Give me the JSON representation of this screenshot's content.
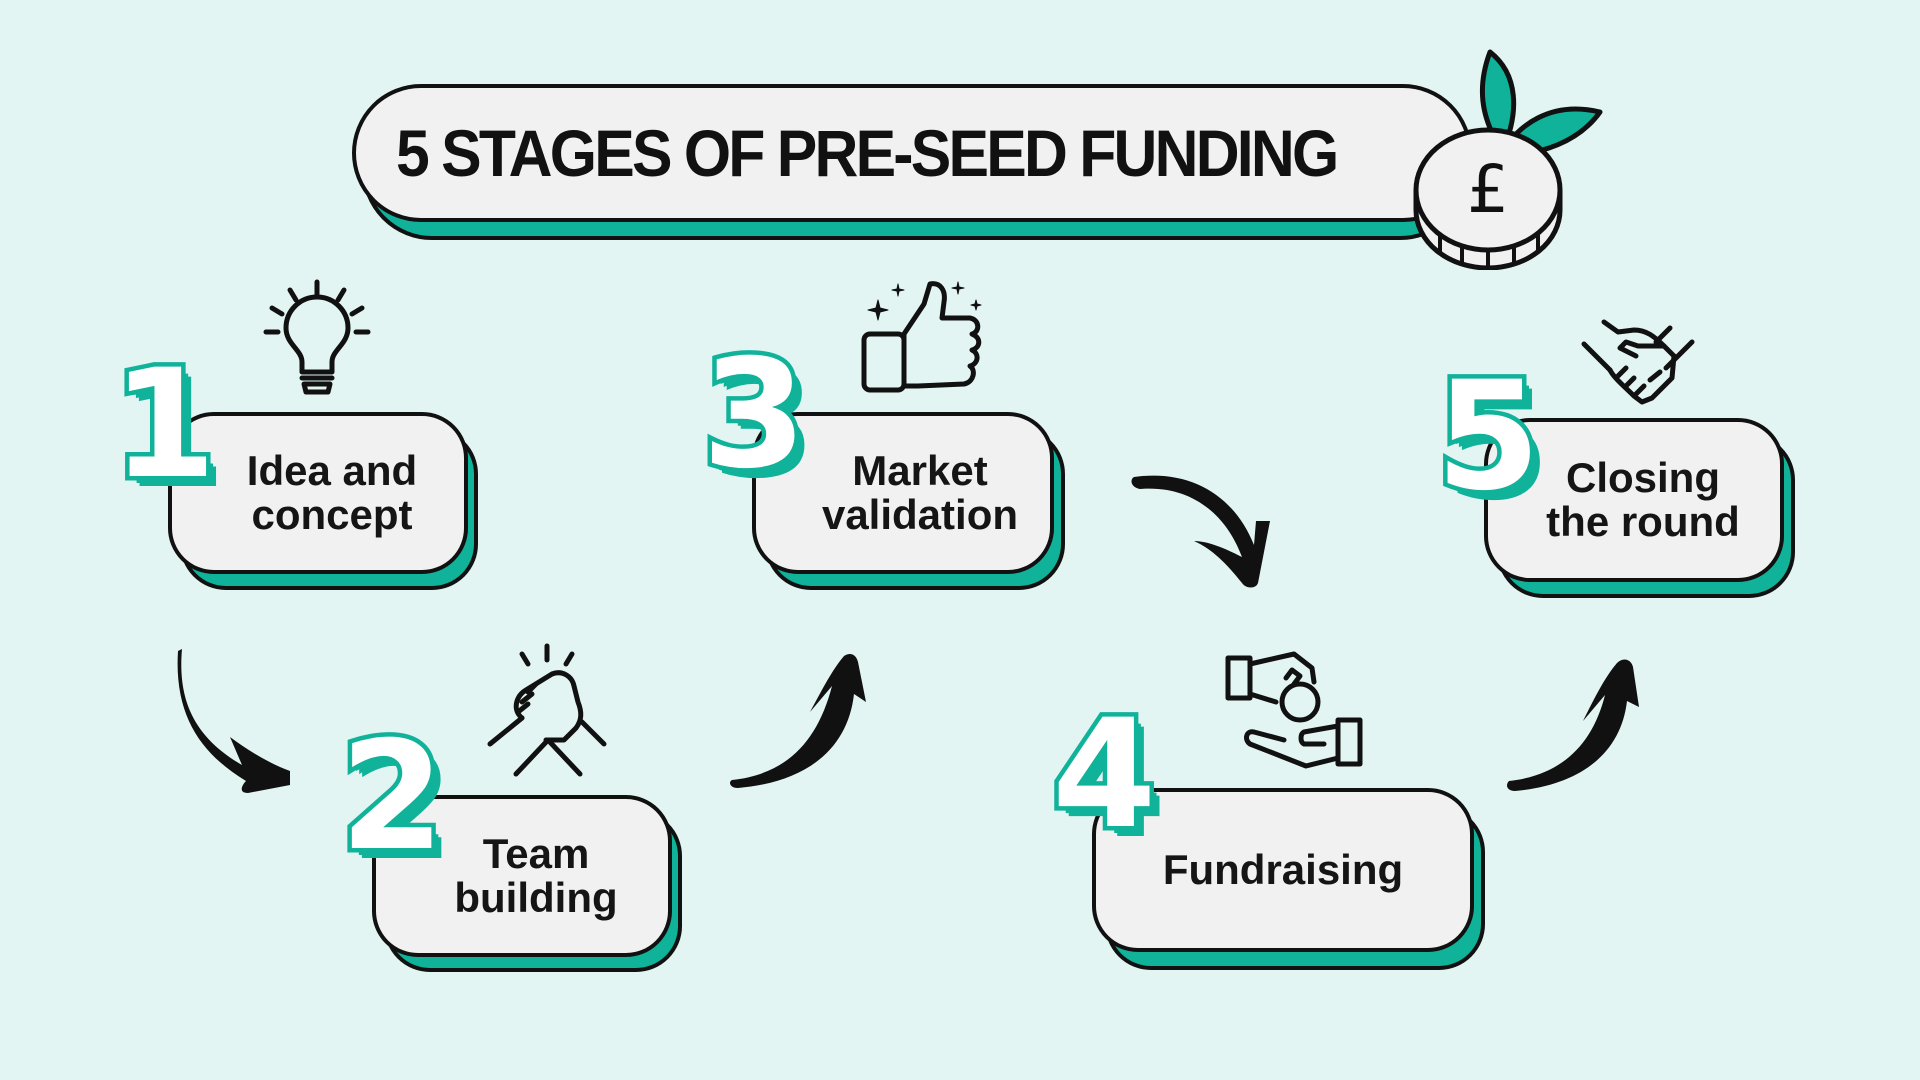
{
  "title": "5 STAGES OF PRE-SEED FUNDING",
  "colors": {
    "background": "#e2f5f3",
    "accent": "#10b29a",
    "card_fill": "#f1f1f1",
    "outline": "#111111"
  },
  "header_icon": {
    "name": "pound-coin-sprout-icon",
    "symbol": "£"
  },
  "stages": [
    {
      "number": "1",
      "label": "Idea and\nconcept",
      "icon": "lightbulb-icon"
    },
    {
      "number": "2",
      "label": "Team\nbuilding",
      "icon": "clasped-hands-icon"
    },
    {
      "number": "3",
      "label": "Market\nvalidation",
      "icon": "thumbs-up-icon"
    },
    {
      "number": "4",
      "label": "Fundraising",
      "icon": "hand-giving-coin-icon"
    },
    {
      "number": "5",
      "label": "Closing\nthe round",
      "icon": "handshake-icon"
    }
  ],
  "arrows": [
    {
      "from": "1",
      "to": "2",
      "direction": "down-right"
    },
    {
      "from": "2",
      "to": "3",
      "direction": "up-right"
    },
    {
      "from": "3",
      "to": "4",
      "direction": "down-right"
    },
    {
      "from": "4",
      "to": "5",
      "direction": "up-right"
    }
  ]
}
